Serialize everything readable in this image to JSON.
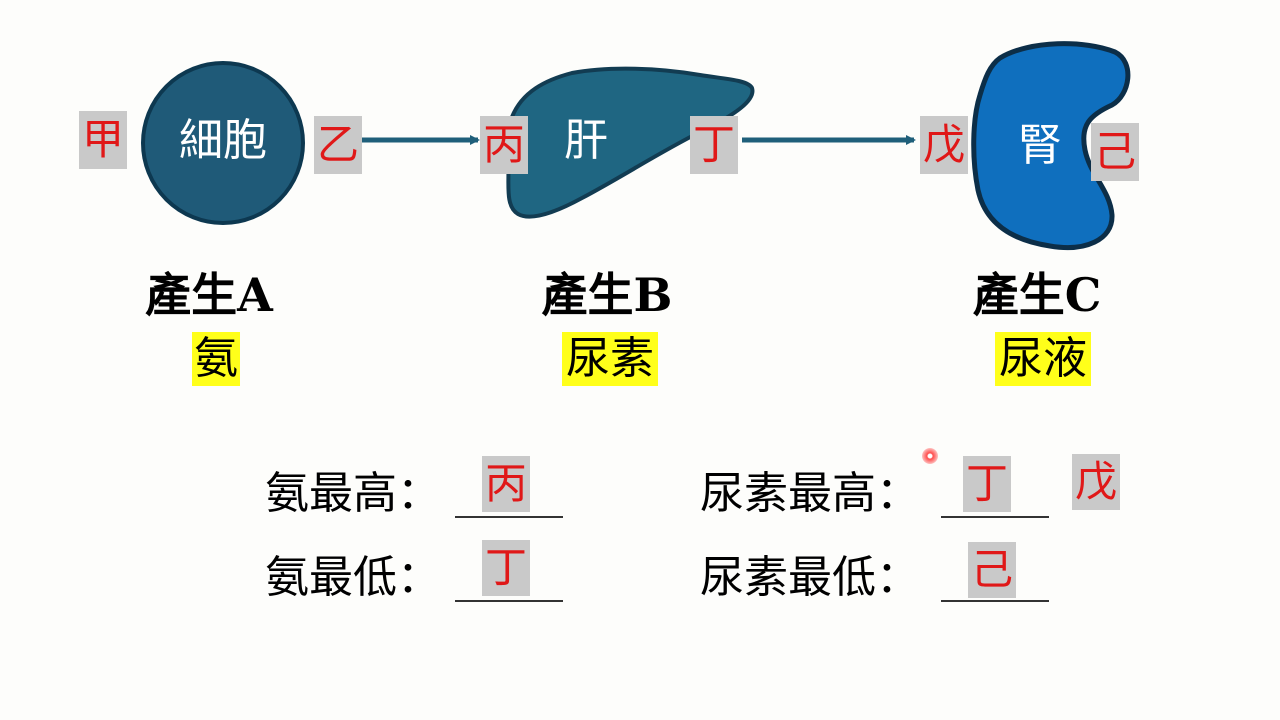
{
  "organs": {
    "cell": "細胞",
    "liver": "肝",
    "kidney": "腎"
  },
  "tags": {
    "jia": "甲",
    "yi": "乙",
    "bing": "丙",
    "ding": "丁",
    "wu": "戊",
    "ji": "己"
  },
  "products": {
    "a_label": "產生A",
    "a_value": "氨",
    "b_label": "產生B",
    "b_value": "尿素",
    "c_label": "產生C",
    "c_value": "尿液"
  },
  "questions": {
    "ammonia_high_label": "氨最高：",
    "ammonia_high_answer": "丙",
    "ammonia_low_label": "氨最低：",
    "ammonia_low_answer": "丁",
    "urea_high_label": "尿素最高：",
    "urea_high_answer": "丁",
    "urea_high_extra": "戊",
    "urea_low_label": "尿素最低：",
    "urea_low_answer": "己"
  },
  "colors": {
    "cell_fill": "#1f5a78",
    "liver_fill": "#1f6682",
    "kidney_fill": "#0f6fbe",
    "arrow": "#1f5f7a",
    "tag_text": "#e01818",
    "tag_bg": "#c9c9c9",
    "highlight": "#ffff1a"
  }
}
